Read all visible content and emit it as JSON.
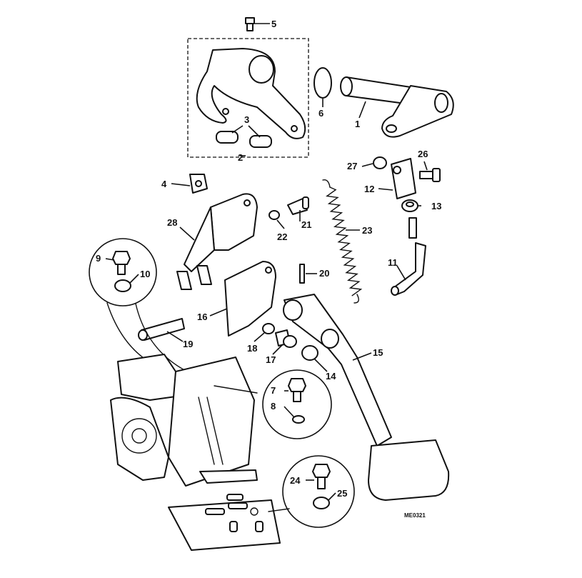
{
  "callouts": [
    {
      "id": "1",
      "label": "1"
    },
    {
      "id": "2",
      "label": "2"
    },
    {
      "id": "3",
      "label": "3"
    },
    {
      "id": "4",
      "label": "4"
    },
    {
      "id": "5",
      "label": "5"
    },
    {
      "id": "6",
      "label": "6"
    },
    {
      "id": "7",
      "label": "7"
    },
    {
      "id": "8",
      "label": "8"
    },
    {
      "id": "9",
      "label": "9"
    },
    {
      "id": "10",
      "label": "10"
    },
    {
      "id": "11",
      "label": "11"
    },
    {
      "id": "12",
      "label": "12"
    },
    {
      "id": "13",
      "label": "13"
    },
    {
      "id": "14",
      "label": "14"
    },
    {
      "id": "15",
      "label": "15"
    },
    {
      "id": "16",
      "label": "16"
    },
    {
      "id": "17",
      "label": "17"
    },
    {
      "id": "18",
      "label": "18"
    },
    {
      "id": "19",
      "label": "19"
    },
    {
      "id": "20",
      "label": "20"
    },
    {
      "id": "21",
      "label": "21"
    },
    {
      "id": "22",
      "label": "22"
    },
    {
      "id": "23",
      "label": "23"
    },
    {
      "id": "24",
      "label": "24"
    },
    {
      "id": "25",
      "label": "25"
    },
    {
      "id": "26",
      "label": "26"
    },
    {
      "id": "27",
      "label": "27"
    },
    {
      "id": "28",
      "label": "28"
    }
  ],
  "reference_code": "ME0321"
}
